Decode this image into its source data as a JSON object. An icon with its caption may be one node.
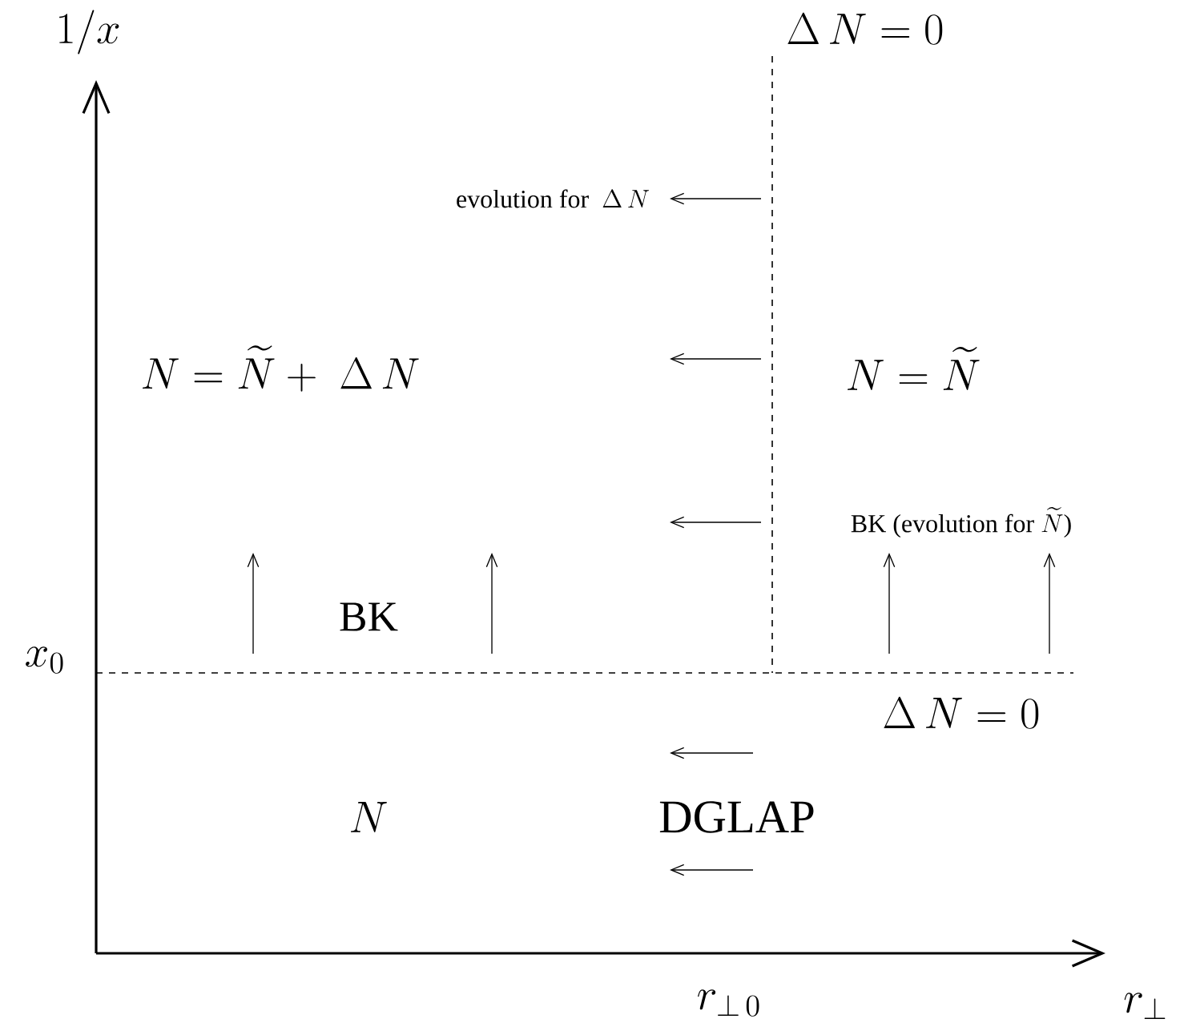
{
  "diagram": {
    "labels": [
      "1/x",
      "\\Delta\\, N = 0",
      "\\text{evolution for }\\ \\Delta\\, N",
      "N = \\widetilde{N} +\\ \\Delta\\, N",
      "N = \\widetilde{N}",
      "\\text{BK (evolution for }\\widetilde{N}\\text{)}",
      "\\text{BK}",
      "x_0",
      "\\Delta\\, N = 0",
      "N",
      "\\text{DGLAP}",
      "r_{\\perp\\, 0}",
      "r_{\\perp}"
    ]
  }
}
